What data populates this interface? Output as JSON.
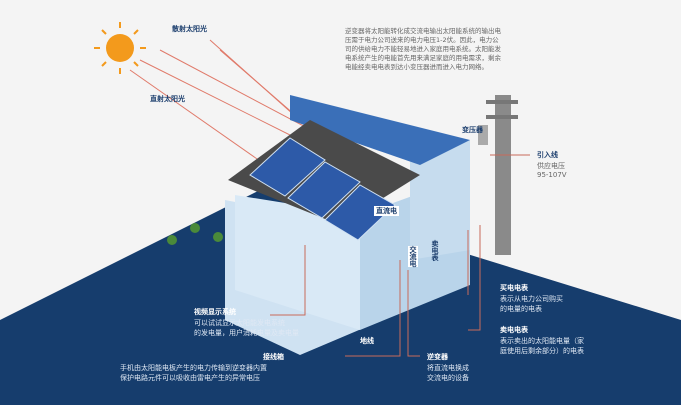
{
  "labels": {
    "scattered": "散射太阳光",
    "direct": "直射太阳光",
    "intro": "逆变器将太阳能转化成交流电输出太阳能系统的输出电压需于电力公司送来的电力电压1-2伏。因此，电力公司的供给电力不能轻易地进入家庭用电系统。太阳能发电系统产生的电能首先用来满足家庭的用电需求，剩余电能经卖电电表到达小变压器进而进入电力网络。",
    "transformer": "变压器",
    "inlet": "引入线",
    "supply": "供应电压",
    "voltage": "95-107V",
    "dc": "直流电",
    "ac": "交流电",
    "meter": "卖电表",
    "buy_title": "买电电表",
    "buy_desc1": "表示从电力公司购买",
    "buy_desc2": "的电量的电表",
    "sell_title": "卖电电表",
    "sell_desc1": "表示卖出的太阳能电量（家",
    "sell_desc2": "庭使用后剩余部分）的电表",
    "video_title": "视频显示系统",
    "video_desc1": "可以试试显示太阳能发电系统",
    "video_desc2": "的发电量，用户消耗电量及卖电量",
    "ground": "地线",
    "junction_title": "接线箱",
    "junction_desc1": "手机由太阳能电板产生的电力传输到逆变器内置",
    "junction_desc2": "保护电路元件可以吸收由雷电产生的异常电压",
    "inverter_title": "逆变器",
    "inverter_desc1": "将直流电换成",
    "inverter_desc2": "交流电的设备"
  },
  "colors": {
    "ground": "#163d6d",
    "sun": "#f39a1c",
    "panel": "#2d5aa8",
    "roof": "#3a6fb8"
  }
}
